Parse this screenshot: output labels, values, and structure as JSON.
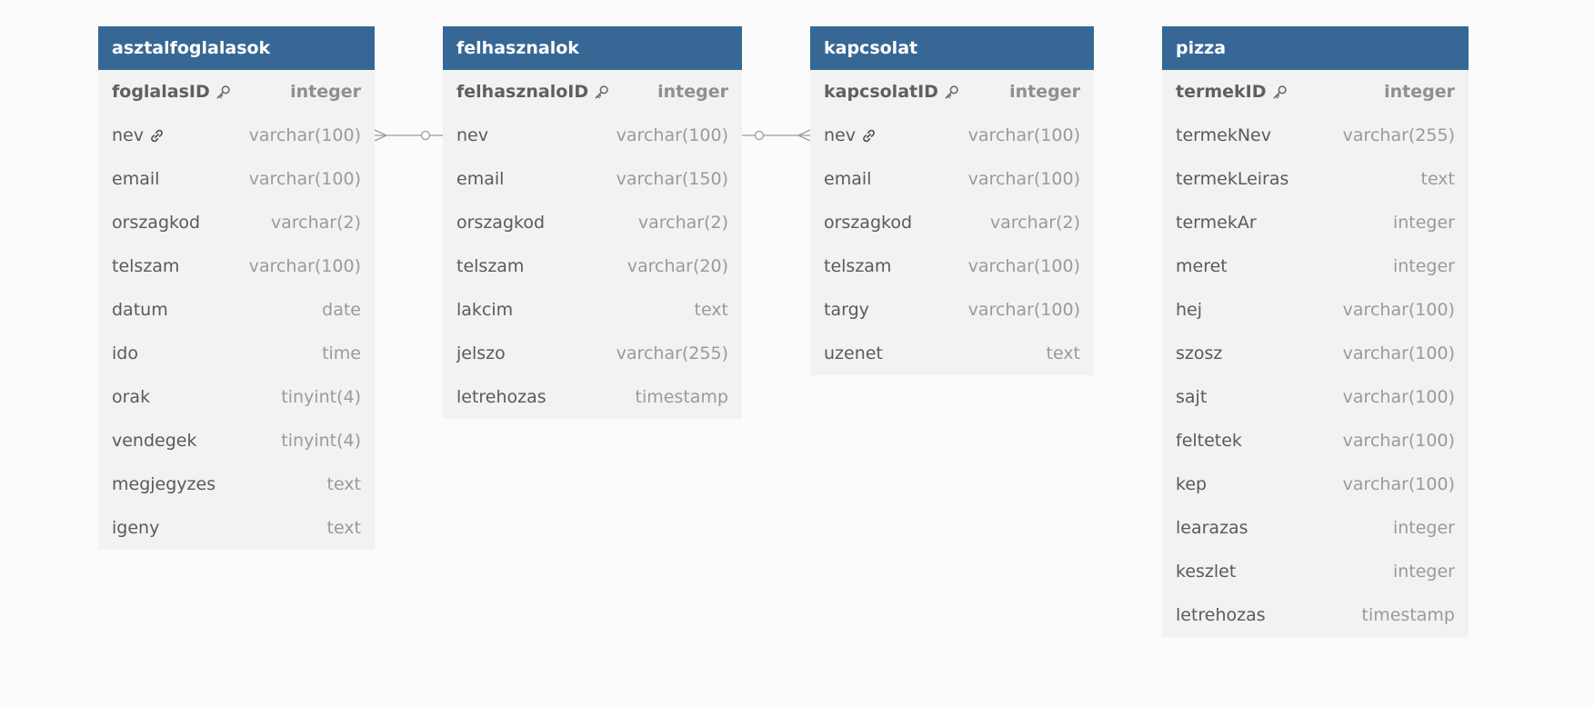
{
  "tables": [
    {
      "name": "asztalfoglalasok",
      "columns": [
        {
          "name": "foglalasID",
          "type": "integer",
          "pk": true
        },
        {
          "name": "nev",
          "type": "varchar(100)",
          "fk": true
        },
        {
          "name": "email",
          "type": "varchar(100)"
        },
        {
          "name": "orszagkod",
          "type": "varchar(2)"
        },
        {
          "name": "telszam",
          "type": "varchar(100)"
        },
        {
          "name": "datum",
          "type": "date"
        },
        {
          "name": "ido",
          "type": "time"
        },
        {
          "name": "orak",
          "type": "tinyint(4)"
        },
        {
          "name": "vendegek",
          "type": "tinyint(4)"
        },
        {
          "name": "megjegyzes",
          "type": "text"
        },
        {
          "name": "igeny",
          "type": "text"
        }
      ]
    },
    {
      "name": "felhasznalok",
      "columns": [
        {
          "name": "felhasznaloID",
          "type": "integer",
          "pk": true
        },
        {
          "name": "nev",
          "type": "varchar(100)"
        },
        {
          "name": "email",
          "type": "varchar(150)"
        },
        {
          "name": "orszagkod",
          "type": "varchar(2)"
        },
        {
          "name": "telszam",
          "type": "varchar(20)"
        },
        {
          "name": "lakcim",
          "type": "text"
        },
        {
          "name": "jelszo",
          "type": "varchar(255)"
        },
        {
          "name": "letrehozas",
          "type": "timestamp"
        }
      ]
    },
    {
      "name": "kapcsolat",
      "columns": [
        {
          "name": "kapcsolatID",
          "type": "integer",
          "pk": true
        },
        {
          "name": "nev",
          "type": "varchar(100)",
          "fk": true
        },
        {
          "name": "email",
          "type": "varchar(100)"
        },
        {
          "name": "orszagkod",
          "type": "varchar(2)"
        },
        {
          "name": "telszam",
          "type": "varchar(100)"
        },
        {
          "name": "targy",
          "type": "varchar(100)"
        },
        {
          "name": "uzenet",
          "type": "text"
        }
      ]
    },
    {
      "name": "pizza",
      "columns": [
        {
          "name": "termekID",
          "type": "integer",
          "pk": true
        },
        {
          "name": "termekNev",
          "type": "varchar(255)"
        },
        {
          "name": "termekLeiras",
          "type": "text"
        },
        {
          "name": "termekAr",
          "type": "integer"
        },
        {
          "name": "meret",
          "type": "integer"
        },
        {
          "name": "hej",
          "type": "varchar(100)"
        },
        {
          "name": "szosz",
          "type": "varchar(100)"
        },
        {
          "name": "sajt",
          "type": "varchar(100)"
        },
        {
          "name": "feltetek",
          "type": "varchar(100)"
        },
        {
          "name": "kep",
          "type": "varchar(100)"
        },
        {
          "name": "learazas",
          "type": "integer"
        },
        {
          "name": "keszlet",
          "type": "integer"
        },
        {
          "name": "letrehozas",
          "type": "timestamp"
        }
      ]
    }
  ],
  "relationships": [
    {
      "from_table": "asztalfoglalasok",
      "from_column": "nev",
      "to_table": "felhasznalok",
      "to_column": "nev",
      "cardinality": "many-to-one"
    },
    {
      "from_table": "kapcsolat",
      "from_column": "nev",
      "to_table": "felhasznalok",
      "to_column": "nev",
      "cardinality": "many-to-one"
    }
  ],
  "colors": {
    "header": "#376895",
    "body": "#f2f2f2",
    "background": "#fbfbfb",
    "connector": "#9a9a9a"
  },
  "icons": {
    "primary_key": "key-icon",
    "foreign_key": "link-icon"
  }
}
